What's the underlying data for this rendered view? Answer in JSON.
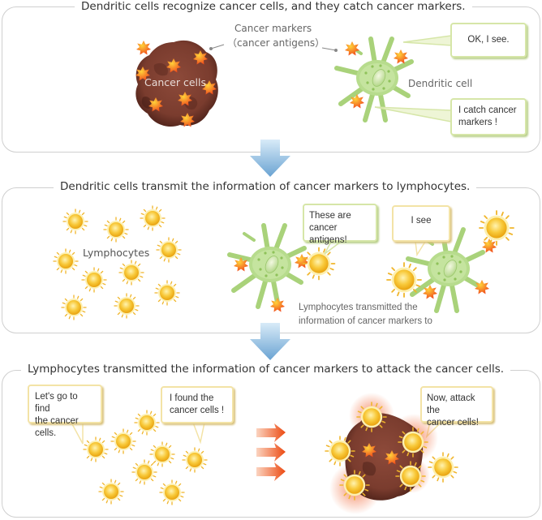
{
  "panels": [
    {
      "title": "Dendritic cells recognize cancer cells, and they catch cancer markers.",
      "labels": {
        "cancer_cells": "Cancer cells",
        "cancer_markers_line1": "Cancer markers",
        "cancer_markers_line2": "（cancer antigens）",
        "dendritic_cell": "Dendritic cell"
      },
      "bubbles": [
        {
          "text": "OK, I see."
        },
        {
          "line1": "I catch cancer",
          "line2": "markers !"
        }
      ]
    },
    {
      "title": "Dendritic cells  transmit  the information of cancer markers to lymphocytes.",
      "labels": {
        "lymphocytes": "Lymphocytes",
        "caption_line1": "Lymphocytes transmitted the",
        "caption_line2": "information of cancer markers to"
      },
      "bubbles": [
        {
          "line1": "These are",
          "line2": "cancer antigens!"
        },
        {
          "text": "I see"
        }
      ]
    },
    {
      "title": "Lymphocytes transmitted the information of cancer markers to attack  the cancer cells.",
      "bubbles": [
        {
          "line1": "Let's go to find",
          "line2": "the  cancer cells."
        },
        {
          "line1": "I found the",
          "line2": "cancer cells !"
        },
        {
          "line1": "Now, attack the",
          "line2": "cancer cells!"
        }
      ]
    }
  ],
  "icons": {
    "cancer_cell": "cancer-cell-icon",
    "cancer_marker": "cancer-marker-icon",
    "dendritic_cell": "dendritic-cell-icon",
    "lymphocyte": "lymphocyte-icon",
    "down_arrow": "down-arrow-icon",
    "right_arrow": "right-arrow-icon"
  },
  "colors": {
    "panel_border": "#cfcfcf",
    "arrow_blue": "#7fb3dc",
    "cancer_brown": "#6e3428",
    "marker_orange": "#f06a1a",
    "dendritic_green": "#a9d27a",
    "lymphocyte_yellow": "#f6b923",
    "bubble_green_border": "#d6e6a8",
    "bubble_yellow_border": "#f3e3a6"
  }
}
